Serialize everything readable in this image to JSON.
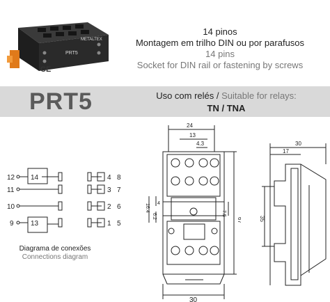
{
  "header": {
    "pins_pt": "14 pinos",
    "mount_pt": "Montagem em trilho DIN ou por parafusos",
    "pins_en": "14 pins",
    "mount_en": "Socket for DIN rail or fastening by screws"
  },
  "product": {
    "model": "PRT5",
    "use_pt": "Uso com relés /",
    "use_en": "Suitable for relays:",
    "relay_types": "TN / TNA",
    "ce_mark": "CE",
    "photo_label": "PRT5",
    "photo_brand": "METALTEX"
  },
  "connections": {
    "caption_pt": "Diagrama de conexões",
    "caption_en": "Connections diagram",
    "pins_left": [
      "12",
      "14",
      "11",
      "10",
      "9",
      "13"
    ],
    "pins_right": [
      "4",
      "8",
      "3",
      "7",
      "2",
      "6",
      "1",
      "5"
    ]
  },
  "dimensions": {
    "width_total": "24",
    "pitch_13": "13",
    "pitch_4_3": "4.3",
    "height_67": "67",
    "depth_30": "30",
    "depth_17": "17",
    "side_35": "35",
    "mid_7_5": "7.5",
    "mid_16_4": "16.4",
    "mid_6_2": "6.2",
    "mid_4": "4",
    "bottom_30": "30"
  },
  "colors": {
    "band": "#d9d9d9",
    "model_text": "#5a5a5a",
    "accent_orange": "#e07a1a"
  }
}
